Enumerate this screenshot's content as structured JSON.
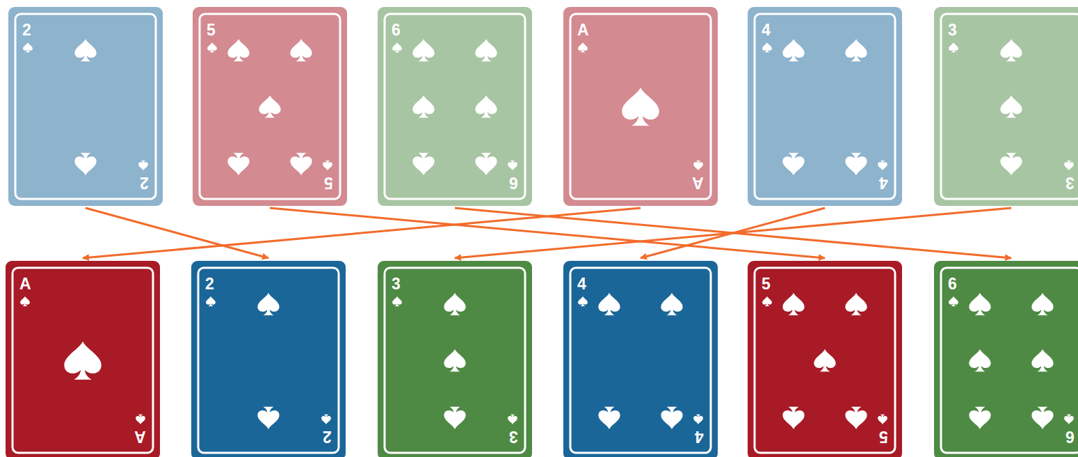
{
  "diagram": {
    "nodes": [
      {
        "text": [
          "2",
          "2"
        ]
      },
      {
        "text": [
          "5",
          "5"
        ]
      },
      {
        "text": [
          "6",
          "6"
        ]
      },
      {
        "text": [
          "A",
          "A"
        ]
      },
      {
        "text": [
          "4",
          "4"
        ]
      },
      {
        "text": [
          "3",
          "3"
        ]
      },
      {
        "text": [
          "A",
          "A"
        ]
      },
      {
        "text": [
          "2",
          "2"
        ]
      },
      {
        "text": [
          "3",
          "3"
        ]
      },
      {
        "text": [
          "4",
          "4"
        ]
      },
      {
        "text": [
          "5",
          "5"
        ]
      },
      {
        "text": [
          "6",
          "6"
        ]
      }
    ],
    "edges": [
      {
        "from": 0,
        "to": 7,
        "arrow": "to"
      },
      {
        "from": 1,
        "to": 10,
        "arrow": "to"
      },
      {
        "from": 2,
        "to": 11,
        "arrow": "to"
      },
      {
        "from": 3,
        "to": 6,
        "arrow": "to"
      },
      {
        "from": 4,
        "to": 9,
        "arrow": "to"
      },
      {
        "from": 5,
        "to": 8,
        "arrow": "to"
      }
    ]
  }
}
